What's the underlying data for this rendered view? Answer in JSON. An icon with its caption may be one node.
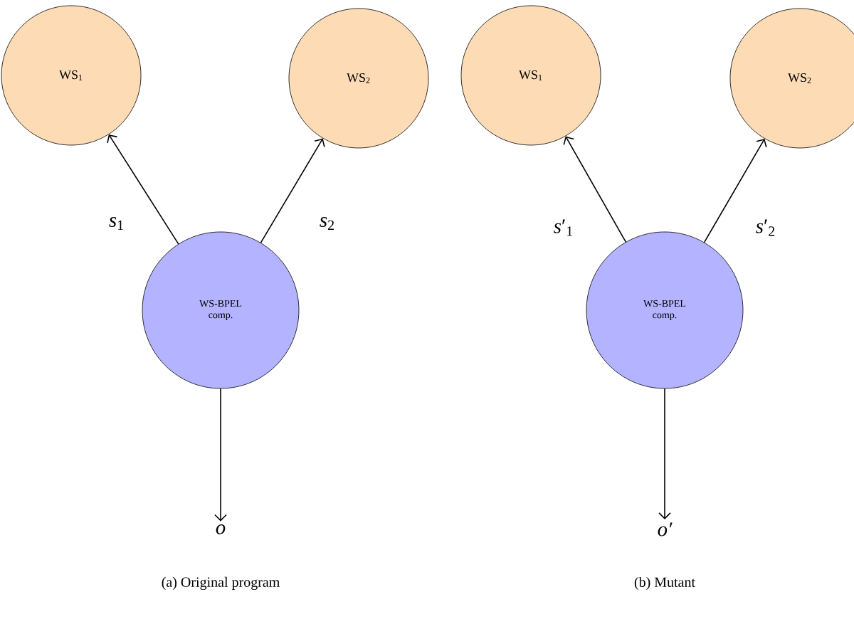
{
  "diagram": {
    "nodes": [
      {
        "text": [
          "WS$_{1}$"
        ]
      },
      {
        "text": [
          "WS$_{2}$"
        ]
      },
      {
        "text": [
          "WS-BPEL comp."
        ]
      },
      {
        "text": [
          "o"
        ]
      },
      {
        "text": [
          "WS$_{1}$"
        ]
      },
      {
        "text": [
          "WS$_{2}$"
        ]
      },
      {
        "text": [
          "WS-BPEL comp."
        ]
      },
      {
        "text": [
          "o′"
        ]
      }
    ],
    "edges": [
      {
        "from": 2,
        "to": 0,
        "arrow": "to",
        "label": "*s*$_{1}$"
      },
      {
        "from": 2,
        "to": 1,
        "arrow": "to",
        "label": "*s*$_{2}$"
      },
      {
        "from": 2,
        "to": 3,
        "arrow": "to"
      },
      {
        "from": 6,
        "to": 4,
        "arrow": "to",
        "label": "*s*′$_{1}$"
      },
      {
        "from": 6,
        "to": 5,
        "arrow": "to",
        "label": "*s*′$_{2}$"
      },
      {
        "from": 6,
        "to": 7,
        "arrow": "to"
      }
    ],
    "labels": [
      "(a) Original program",
      "(b) Mutant"
    ]
  }
}
